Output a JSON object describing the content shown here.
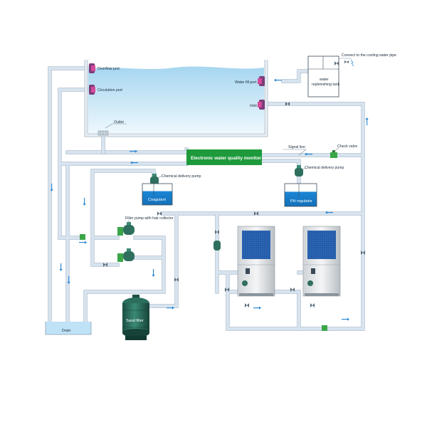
{
  "labels": {
    "overflow_port": "Overflow port",
    "circulation_port": "Circulation port",
    "outlet": "Outlet",
    "water_fill_port": "Water fill port",
    "inlet": "Inlet",
    "cooling_pipe": "Connect to the cooling water pipe",
    "replenishing_tank_1": "water",
    "replenishing_tank_2": "replenishing tank",
    "monitor": "Electronic water quality monitor",
    "signal_line": "Signal line",
    "check_valve": "Check valve",
    "chem_pump_left": "Chemical delivery pump",
    "chem_pump_right": "Chemical delivery pump",
    "coagulant": "Coagulant",
    "ph_regulator": "PH regulator",
    "filter_pump": "Filter pump with hair collector",
    "sand_filter": "Sand filter",
    "drain": "Drain"
  },
  "colors": {
    "water_top": "#a9d8f1",
    "water_bottom": "#e4f4fc",
    "monitor_bg": "#1e9a3c",
    "tank_blue": "#1a86d6",
    "pipe": "#d7e3ee",
    "arrow": "#2b8ad8",
    "component": "#2f6f5e",
    "valve": "#3aa648"
  },
  "icons": {
    "heat_pump": "heat-pump-unit-icon",
    "pump": "pump-icon",
    "valve": "valve-icon",
    "sand_filter": "sand-filter-tank-icon",
    "port": "pool-port-fitting-icon"
  }
}
